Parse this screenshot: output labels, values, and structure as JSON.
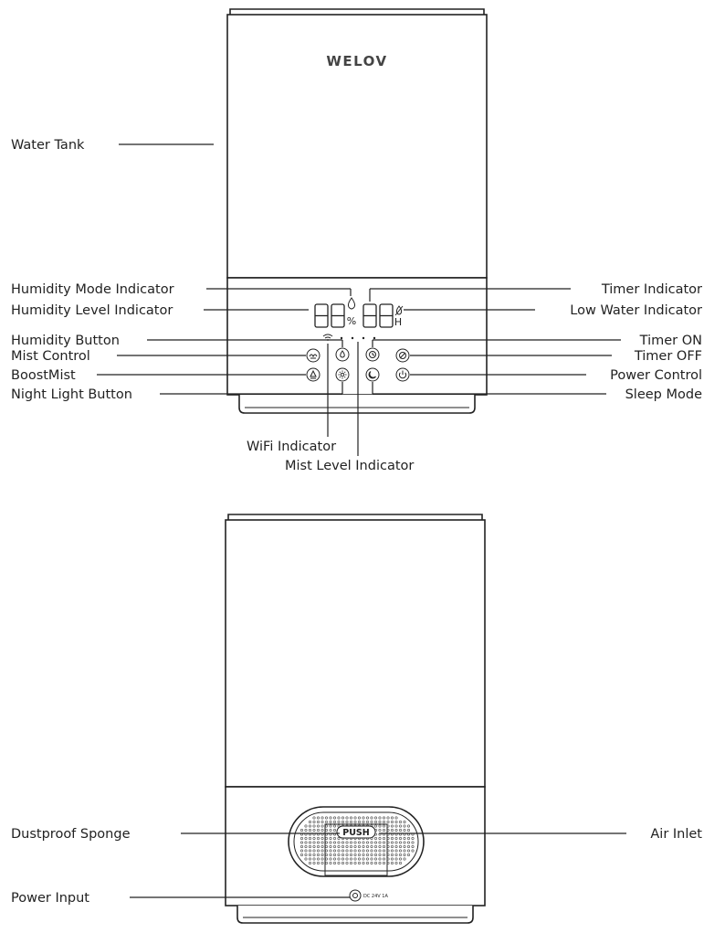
{
  "brand": "WELOV",
  "push_label": "PUSH",
  "percent_symbol": "%",
  "h_symbol": "H",
  "power_specs": "DC 24V 1A",
  "labels_top": {
    "water_tank": "Water Tank",
    "humidity_mode_indicator": "Humidity Mode Indicator",
    "humidity_level_indicator": "Humidity Level Indicator",
    "humidity_button": "Humidity Button",
    "mist_control": "Mist Control",
    "boostmist": "BoostMist",
    "night_light_button": "Night Light Button",
    "timer_indicator": "Timer Indicator",
    "low_water_indicator": "Low Water Indicator",
    "timer_on": "Timer ON",
    "timer_off": "Timer OFF",
    "power_control": "Power Control",
    "sleep_mode": "Sleep Mode",
    "wifi_indicator": "WiFi Indicator",
    "mist_level_indicator": "Mist Level Indicator"
  },
  "labels_bottom": {
    "dustproof_sponge": "Dustproof Sponge",
    "air_inlet": "Air Inlet",
    "power_input": "Power Input"
  },
  "icons": {
    "humidity": "water-drop-icon",
    "mist": "mist-icon",
    "boost": "boost-icon",
    "night_light": "sun-icon",
    "timer_on": "clock-icon",
    "timer_off": "clock-off-icon",
    "power": "power-icon",
    "sleep": "moon-icon",
    "wifi": "wifi-icon"
  }
}
